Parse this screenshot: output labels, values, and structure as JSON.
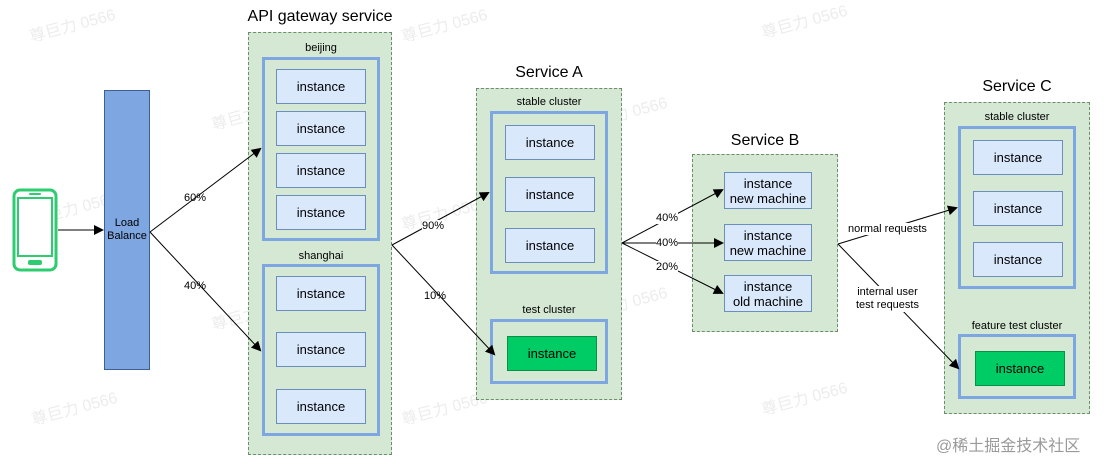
{
  "services": {
    "gateway": {
      "title": "API gateway service",
      "beijing": {
        "label": "beijing",
        "instances": [
          "instance",
          "instance",
          "instance",
          "instance"
        ]
      },
      "shanghai": {
        "label": "shanghai",
        "instances": [
          "instance",
          "instance",
          "instance"
        ]
      }
    },
    "a": {
      "title": "Service A",
      "stable": {
        "label": "stable cluster",
        "instances": [
          "instance",
          "instance",
          "instance"
        ]
      },
      "test": {
        "label": "test cluster",
        "instances": [
          "instance"
        ]
      }
    },
    "b": {
      "title": "Service B",
      "instances": [
        {
          "name": "instance",
          "detail": "new machine"
        },
        {
          "name": "instance",
          "detail": "new machine"
        },
        {
          "name": "instance",
          "detail": "old machine"
        }
      ]
    },
    "c": {
      "title": "Service C",
      "stable": {
        "label": "stable cluster",
        "instances": [
          "instance",
          "instance",
          "instance"
        ]
      },
      "feature": {
        "label": "feature test cluster",
        "instances": [
          "instance"
        ]
      }
    }
  },
  "load_balancer": {
    "line1": "Load",
    "line2": "Balance"
  },
  "edges": {
    "lb_beijing": "60%",
    "lb_shanghai": "40%",
    "gw_stable": "90%",
    "gw_test": "10%",
    "a_b1": "40%",
    "a_b2": "40%",
    "a_b3": "20%",
    "b_c_normal": "normal requests",
    "b_c_internal_1": "internal user",
    "b_c_internal_2": "test requests"
  },
  "watermark": "尊巨力 0566",
  "credit": "@稀土掘金技术社区",
  "colors": {
    "service_fill": "#d5e8d4",
    "cluster_border": "#7ea6e0",
    "instance_fill": "#dae8fc",
    "highlight_instance": "#00cc66",
    "load_balancer": "#7ea6e0",
    "phone": "#2ecc71"
  }
}
